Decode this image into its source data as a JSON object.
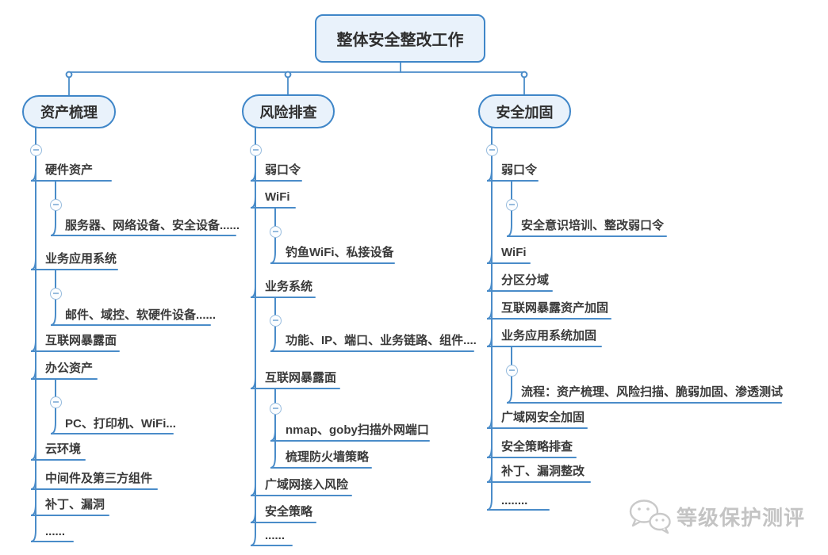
{
  "root": {
    "label": "整体安全整改工作"
  },
  "branches": [
    {
      "label": "资产梳理",
      "children": [
        {
          "label": "硬件资产",
          "children": [
            {
              "label": "服务器、网络设备、安全设备......"
            }
          ]
        },
        {
          "label": "业务应用系统",
          "children": [
            {
              "label": "邮件、域控、软硬件设备......"
            }
          ]
        },
        {
          "label": "互联网暴露面"
        },
        {
          "label": "办公资产",
          "children": [
            {
              "label": "PC、打印机、WiFi..."
            }
          ]
        },
        {
          "label": "云环境"
        },
        {
          "label": "中间件及第三方组件"
        },
        {
          "label": "补丁、漏洞"
        },
        {
          "label": "......"
        }
      ]
    },
    {
      "label": "风险排查",
      "children": [
        {
          "label": "弱口令"
        },
        {
          "label": "WiFi",
          "children": [
            {
              "label": "钓鱼WiFi、私接设备"
            }
          ]
        },
        {
          "label": "业务系统",
          "children": [
            {
              "label": "功能、IP、端口、业务链路、组件...."
            }
          ]
        },
        {
          "label": "互联网暴露面",
          "children": [
            {
              "label": "nmap、goby扫描外网端口"
            },
            {
              "label": "梳理防火墙策略"
            }
          ]
        },
        {
          "label": "广域网接入风险"
        },
        {
          "label": "安全策略"
        },
        {
          "label": "......"
        }
      ]
    },
    {
      "label": "安全加固",
      "children": [
        {
          "label": "弱口令",
          "children": [
            {
              "label": "安全意识培训、整改弱口令"
            }
          ]
        },
        {
          "label": "WiFi"
        },
        {
          "label": "分区分域"
        },
        {
          "label": "互联网暴露资产加固"
        },
        {
          "label": "业务应用系统加固",
          "children": [
            {
              "label": "流程：资产梳理、风险扫描、脆弱加固、渗透测试"
            }
          ]
        },
        {
          "label": "广域网安全加固"
        },
        {
          "label": "安全策略排查"
        },
        {
          "label": "补丁、漏洞整改"
        },
        {
          "label": "........"
        }
      ]
    }
  ],
  "watermark": {
    "label": "等级保护测评",
    "icon": "wechat-icon"
  },
  "icons": {
    "collapse": "minus-icon",
    "watermark": "wechat-icon"
  },
  "colors": {
    "line": "#4a8cc9",
    "node_border": "#3f86c8",
    "node_fill": "#e9f2fb",
    "text": "#3a3a3a",
    "collapse": "#96bbdd",
    "watermark": "#c4c4c4"
  }
}
